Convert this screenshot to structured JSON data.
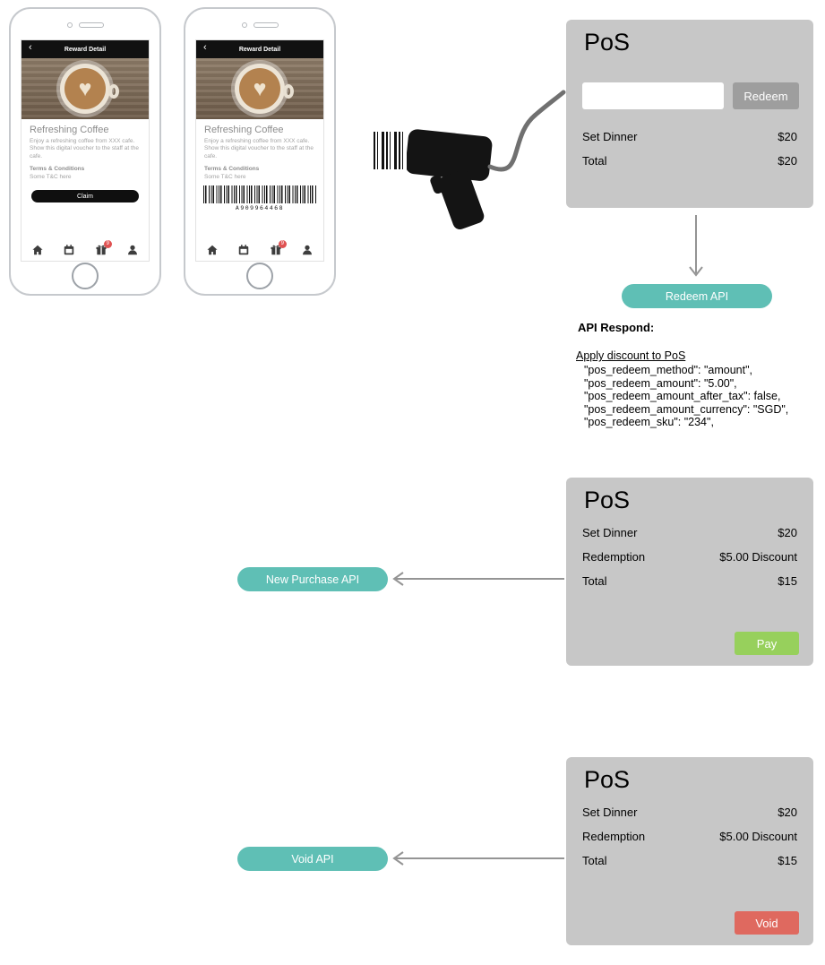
{
  "colors": {
    "box-gray": "#c7c7c7",
    "pill-teal": "#5fbfb5",
    "pay-green": "#97d05c",
    "void-red": "#df695f",
    "arrow-gray": "#949494"
  },
  "phone": {
    "header": {
      "back_icon": "‹",
      "title": "Reward Detail"
    },
    "reward_title": "Refreshing Coffee",
    "description": "Enjoy a refreshing coffee from XXX cafe. Show this digital voucher to the staff at the cafe.",
    "terms_label": "Terms & Conditions",
    "terms_text": "Some T&C here",
    "claim_button": "Claim",
    "barcode_number": "A909964468",
    "nav": {
      "badge": "9"
    }
  },
  "pos_redeem": {
    "title": "PoS",
    "redeem_button": "Redeem",
    "rows": [
      {
        "label": "Set Dinner",
        "value": "$20"
      },
      {
        "label": "Total",
        "value": "$20"
      }
    ]
  },
  "flow": {
    "redeem_api": "Redeem API",
    "new_purchase_api": "New Purchase API",
    "void_api": "Void API"
  },
  "api_respond": {
    "heading": "API Respond:",
    "link_text": "Apply discount to PoS",
    "lines": [
      "\"pos_redeem_method\": \"amount\",",
      "\"pos_redeem_amount\": \"5.00\",",
      "\"pos_redeem_amount_after_tax\": false,",
      "\"pos_redeem_amount_currency\": \"SGD\",",
      "\"pos_redeem_sku\": \"234\","
    ]
  },
  "pos_purchase": {
    "title": "PoS",
    "rows": [
      {
        "label": "Set Dinner",
        "value": "$20"
      },
      {
        "label": "Redemption",
        "value": "$5.00 Discount"
      },
      {
        "label": "Total",
        "value": "$15"
      }
    ],
    "pay_button": "Pay"
  },
  "pos_void": {
    "title": "PoS",
    "rows": [
      {
        "label": "Set Dinner",
        "value": "$20"
      },
      {
        "label": "Redemption",
        "value": "$5.00 Discount"
      },
      {
        "label": "Total",
        "value": "$15"
      }
    ],
    "void_button": "Void"
  }
}
